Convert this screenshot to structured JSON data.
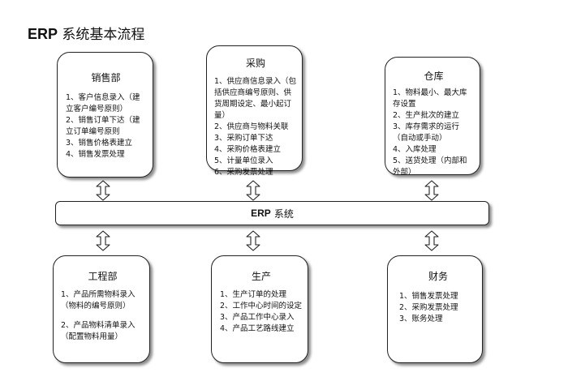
{
  "title": {
    "bold": "ERP",
    "rest": "系统基本流程"
  },
  "erp_bar": {
    "bold": "ERP",
    "rest": "系统"
  },
  "sales": {
    "title": "销售部",
    "items": [
      "1、客户信息录入（建立客户编号原则）",
      "2、销售订单下达（建立订单编号原则",
      "3、销售价格表建立",
      "4、销售发票处理"
    ]
  },
  "purchasing": {
    "title": "采购",
    "items": [
      "1、供应商信息录入（包括供应商编号原则、供货周期设定、最小起订量）",
      "2、供应商与物料关联",
      "3、采购订单下达",
      "4、采购价格表建立",
      "5、计量单位录入",
      "6、采购发票处理"
    ]
  },
  "warehouse": {
    "title": "仓库",
    "items": [
      "1、物料最小、最大库存设置",
      "2、生产批次的建立",
      "3、库存需求的运行（自动或手动）",
      "4、入库处理",
      "5、送货处理（内部和外部）"
    ]
  },
  "engineering": {
    "title": "工程部",
    "items": [
      "1、产品所需物料录入（物料的编号原则）",
      "2、产品物料清单录入（配置物料用量）"
    ]
  },
  "production": {
    "title": "生产",
    "items": [
      "1、生产订单的处理",
      "2、工作中心时间的设定",
      "3、产品工作中心录入",
      "4、产品工艺路线建立"
    ]
  },
  "finance": {
    "title": "财务",
    "items": [
      "1、销售发票处理",
      "2、采购发票处理",
      "3、账务处理"
    ]
  }
}
